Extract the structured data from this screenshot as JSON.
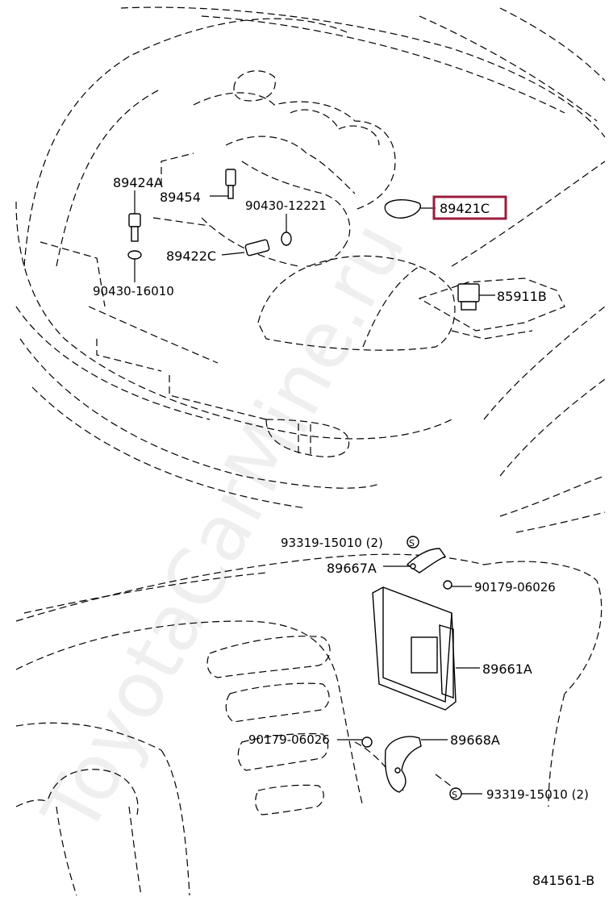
{
  "diagram_id": "841561-B",
  "highlight_color": "#9b1b3b",
  "watermark": "ToyotaCarMine.ru",
  "parts": [
    {
      "id": "p1",
      "label": "89424A"
    },
    {
      "id": "p2",
      "label": "89454"
    },
    {
      "id": "p3",
      "label": "90430-12221"
    },
    {
      "id": "p4",
      "label": "89421C",
      "highlighted": true
    },
    {
      "id": "p5",
      "label": "89422C"
    },
    {
      "id": "p6",
      "label": "90430-16010"
    },
    {
      "id": "p7",
      "label": "85911B"
    },
    {
      "id": "p8",
      "label": "93319-15010 (2)"
    },
    {
      "id": "p9",
      "label": "89667A"
    },
    {
      "id": "p10",
      "label": "90179-06026"
    },
    {
      "id": "p11",
      "label": "89661A"
    },
    {
      "id": "p12",
      "label": "90179-06026"
    },
    {
      "id": "p13",
      "label": "89668A"
    },
    {
      "id": "p14",
      "label": "93319-15010 (2)"
    }
  ],
  "screw_symbol": "S"
}
